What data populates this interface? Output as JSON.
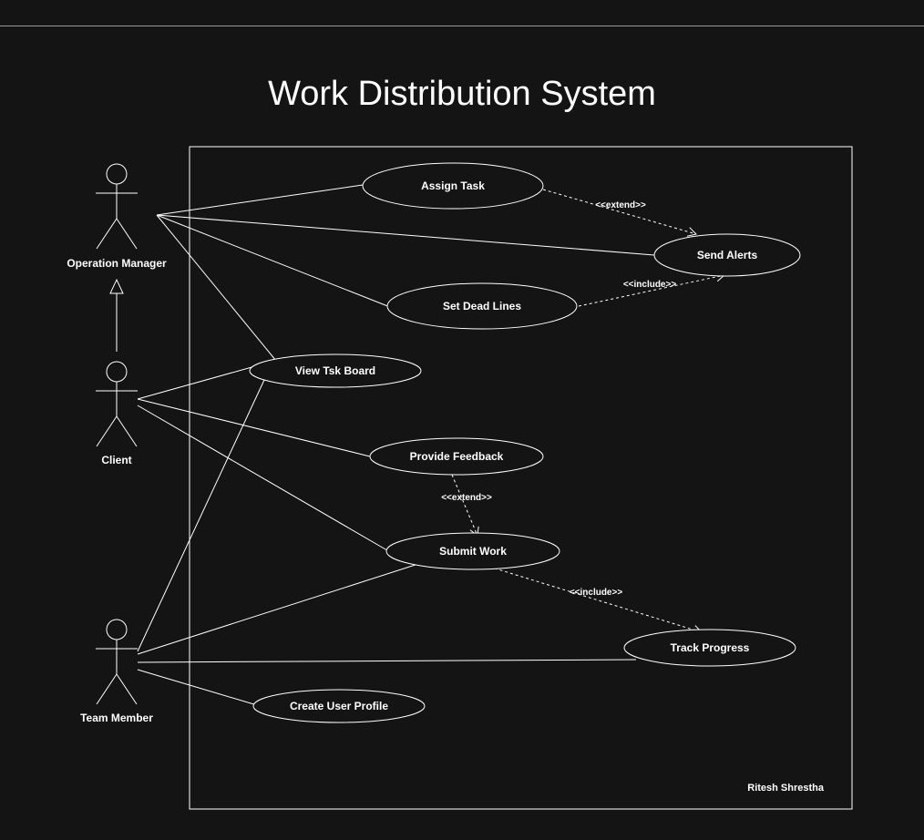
{
  "title": "Work Distribution System",
  "author": "Ritesh Shrestha",
  "colors": {
    "background": "#141414",
    "stroke": "#ffffff"
  },
  "actors": [
    {
      "id": "operation-manager",
      "label": "Operation Manager"
    },
    {
      "id": "client",
      "label": "Client"
    },
    {
      "id": "team-member",
      "label": "Team Member"
    }
  ],
  "use_cases": [
    {
      "id": "assign-task",
      "label": "Assign Task"
    },
    {
      "id": "send-alerts",
      "label": "Send Alerts"
    },
    {
      "id": "set-dead-lines",
      "label": "Set Dead Lines"
    },
    {
      "id": "view-tsk-board",
      "label": "View Tsk Board"
    },
    {
      "id": "provide-feedback",
      "label": "Provide Feedback"
    },
    {
      "id": "submit-work",
      "label": "Submit Work"
    },
    {
      "id": "track-progress",
      "label": "Track Progress"
    },
    {
      "id": "create-user-profile",
      "label": "Create User Profile"
    }
  ],
  "relations": [
    {
      "from": "assign-task",
      "to": "send-alerts",
      "label": "<<extend>>"
    },
    {
      "from": "set-dead-lines",
      "to": "send-alerts",
      "label": "<<include>>"
    },
    {
      "from": "provide-feedback",
      "to": "submit-work",
      "label": "<<extend>>"
    },
    {
      "from": "submit-work",
      "to": "track-progress",
      "label": "<<include>>"
    }
  ]
}
